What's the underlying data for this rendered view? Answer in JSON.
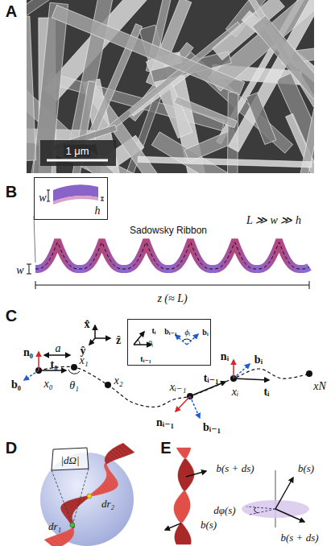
{
  "diagram": {
    "nodes": [
      {
        "text": [
          "w",
          "h"
        ]
      },
      {
        "text": [
          "tᵢ",
          "tᵢ₋₁",
          "θᵢ",
          "bᵢ",
          "bᵢ₋₁",
          "ϕᵢ"
        ]
      }
    ],
    "labels": [
      "A",
      "1 μm",
      "B",
      "Sadowsky Ribbon",
      "L ≫ w ≫ h",
      "w",
      "z (≈ L)",
      "C",
      "x̂",
      "ŷ",
      "ẑ",
      "n₀",
      "t₀",
      "b₀",
      "x₀",
      "a",
      "x₁",
      "θ₁",
      "x₂",
      "xᵢ₋₁",
      "tᵢ₋₁",
      "nᵢ₋₁",
      "bᵢ₋₁",
      "nᵢ",
      "bᵢ",
      "xᵢ",
      "tᵢ",
      "xN",
      "D",
      "|dΩ|",
      "dr₁",
      "dr₂",
      "E",
      "b(s + ds)",
      "b(s)",
      "b(s + ds)",
      "b(s)",
      "dφ(s)"
    ]
  }
}
